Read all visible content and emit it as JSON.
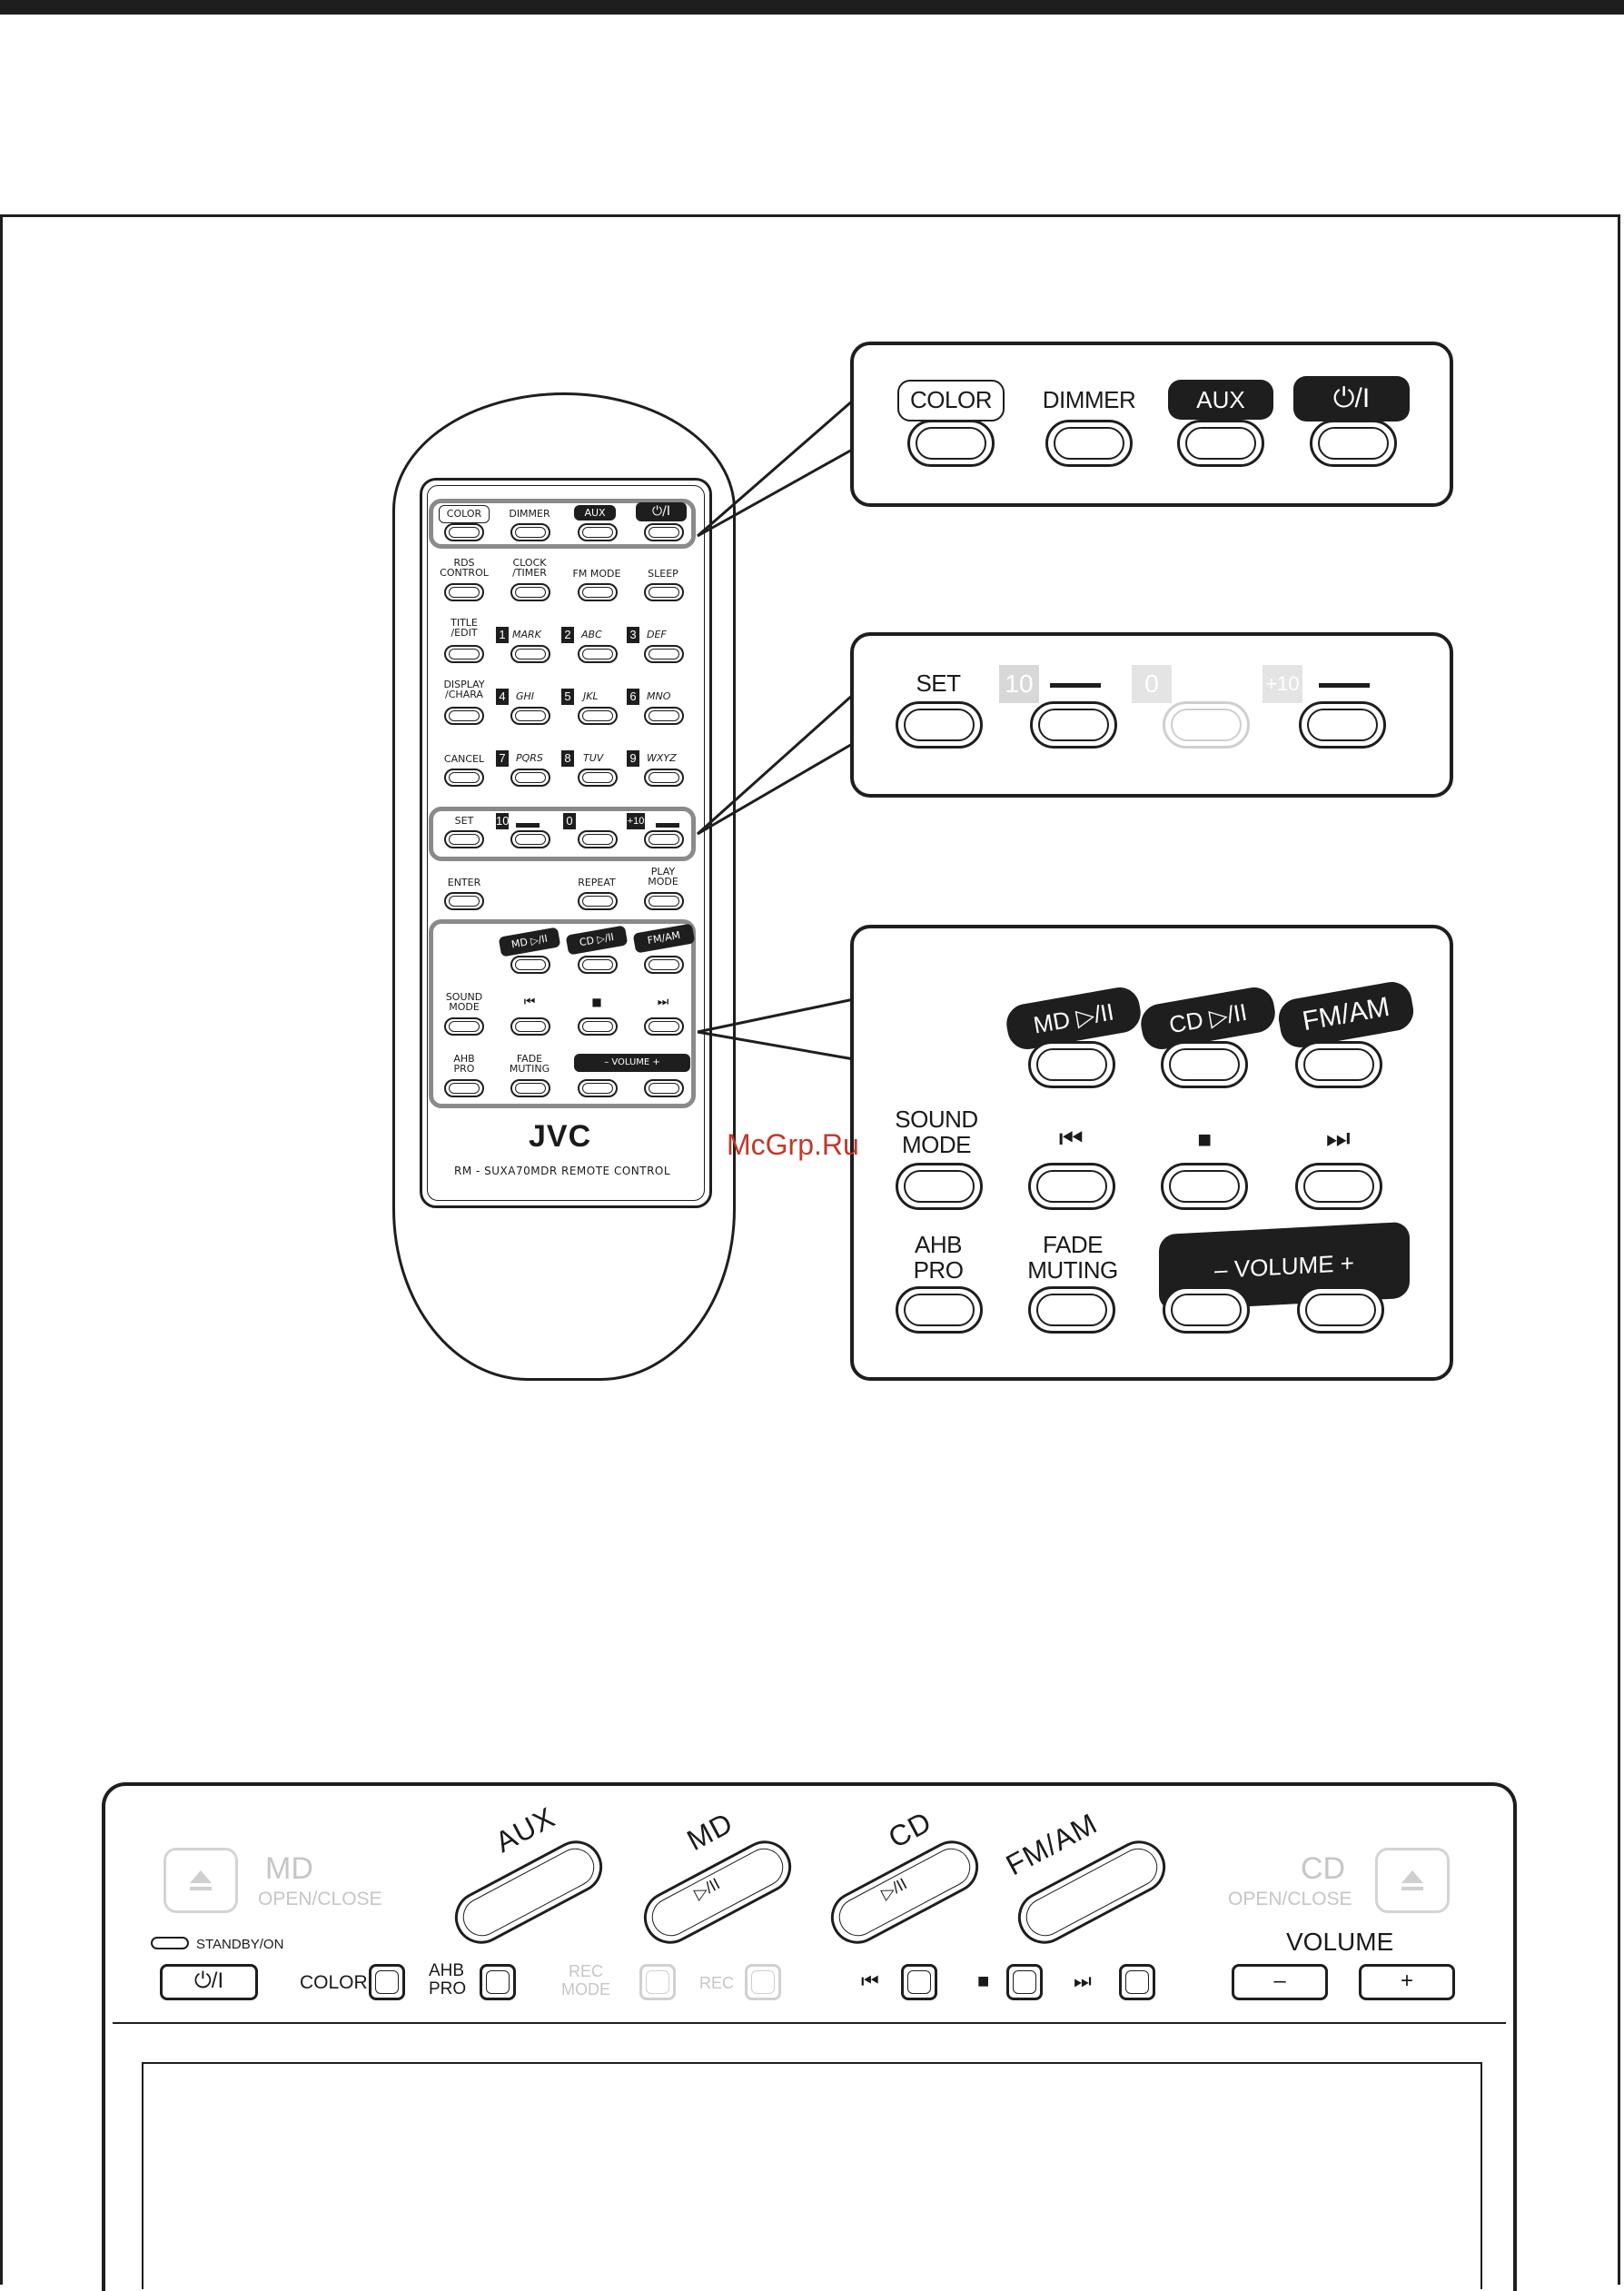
{
  "remote": {
    "row1": [
      "COLOR",
      "DIMMER",
      "AUX",
      "⏻/I"
    ],
    "row2": [
      "RDS\nCONTROL",
      "CLOCK\n/TIMER",
      "FM MODE",
      "SLEEP"
    ],
    "row3_label": "TITLE\n/EDIT",
    "row3_keys": [
      {
        "num": "1",
        "text": "MARK"
      },
      {
        "num": "2",
        "text": "ABC"
      },
      {
        "num": "3",
        "text": "DEF"
      }
    ],
    "row4_label": "DISPLAY\n/CHARA",
    "row4_keys": [
      {
        "num": "4",
        "text": "GHI"
      },
      {
        "num": "5",
        "text": "JKL"
      },
      {
        "num": "6",
        "text": "MNO"
      }
    ],
    "row5_label": "CANCEL",
    "row5_keys": [
      {
        "num": "7",
        "text": "PQRS"
      },
      {
        "num": "8",
        "text": "TUV"
      },
      {
        "num": "9",
        "text": "WXYZ"
      }
    ],
    "row6": {
      "set": "SET",
      "ten": "10",
      "zero": "0",
      "plus_ten": "+10"
    },
    "row7": {
      "enter": "ENTER",
      "repeat": "REPEAT",
      "play_mode": "PLAY\nMODE"
    },
    "row8": [
      "MD ▷/II",
      "CD ▷/II",
      "FM/AM"
    ],
    "row9": {
      "sound_mode": "SOUND\nMODE",
      "prev": "⏮",
      "stop": "■",
      "next": "⏭"
    },
    "row10": {
      "ahb_pro": "AHB\nPRO",
      "fade_muting": "FADE\nMUTING",
      "volume": "– VOLUME +"
    },
    "brand": "JVC",
    "model": "RM - SUXA70MDR  REMOTE  CONTROL"
  },
  "callout1": {
    "color": "COLOR",
    "dimmer": "DIMMER",
    "aux": "AUX",
    "power": "⏻/I"
  },
  "callout2": {
    "set": "SET",
    "ten": "10",
    "zero": "0",
    "plus_ten": "+10"
  },
  "callout3": {
    "md": "MD ▷/II",
    "cd": "CD ▷/II",
    "fmam": "FM/AM",
    "sound_mode": "SOUND\nMODE",
    "prev": "⏮",
    "stop": "■",
    "next": "⏭",
    "ahb_pro": "AHB\nPRO",
    "fade_muting": "FADE\nMUTING",
    "volume": "– VOLUME +"
  },
  "watermark": "McGrp.Ru",
  "unit": {
    "md_open": "MD",
    "md_open_sub": "OPEN/CLOSE",
    "cd_open": "CD",
    "cd_open_sub": "OPEN/CLOSE",
    "aux": "AUX",
    "md": "MD",
    "md_sub": "▷/II",
    "cd": "CD",
    "cd_sub": "▷/II",
    "fmam": "FM/AM",
    "standby": "STANDBY/ON",
    "power": "⏻/I",
    "color": "COLOR",
    "ahb_pro": "AHB\nPRO",
    "rec_mode": "REC\nMODE",
    "rec": "REC",
    "prev": "⏮",
    "stop": "■",
    "next": "⏭",
    "volume": "VOLUME",
    "minus": "–",
    "plus": "+"
  }
}
